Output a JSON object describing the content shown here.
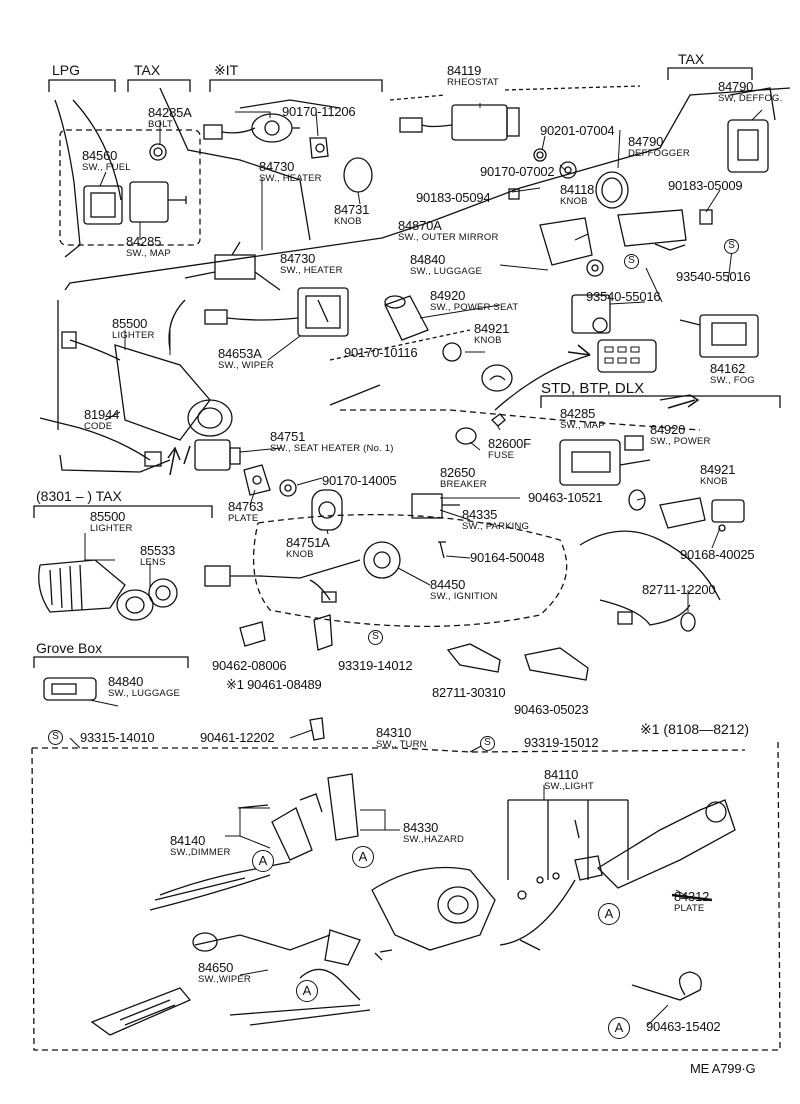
{
  "headers": {
    "lpg": "LPG",
    "tax_left": "TAX",
    "it": "※IT",
    "tax_right": "TAX",
    "std_btp_dlx": "STD, BTP, DLX",
    "range_tax": "(8301 –      )  TAX",
    "grove_box": "Grove Box",
    "note1": "※1 (8108—8212)"
  },
  "parts": {
    "p84285A": "84285A",
    "p84285A_sub": "BOLT",
    "p84560": "84560",
    "p84560_sub": "SW., FUEL",
    "p84285_left": "84285",
    "p84285_left_sub": "SW., MAP",
    "p90170_11206": "90170-11206",
    "p84730_a": "84730",
    "p84730_a_sub": "SW., HEATER",
    "p84731": "84731",
    "p84731_sub": "KNOB",
    "p84730_b": "84730",
    "p84730_b_sub": "SW., HEATER",
    "p84119": "84119",
    "p84119_sub": "RHEOSTAT",
    "p90201_07004": "90201-07004",
    "p90170_07002": "90170-07002",
    "p84790_a": "84790",
    "p84790_a_sub": "DEFFOGGER",
    "p84790_b": "84790",
    "p84790_b_sub": "SW, DEFFOG.",
    "p84118": "84118",
    "p84118_sub": "KNOB",
    "p90183_05094": "90183-05094",
    "p90183_05009": "90183-05009",
    "p84870A": "84870A",
    "p84870A_sub": "SW., OUTER MIRROR",
    "p84840_a": "84840",
    "p84840_a_sub": "SW., LUGGAGE",
    "p93540_55016_a": "93540-55016",
    "p93540_55016_b": "93540-55016",
    "p84920_a": "84920",
    "p84920_a_sub": "SW., POWER SEAT",
    "p84921_a": "84921",
    "p84921_a_sub": "KNOB",
    "p90170_10116": "90170-10116",
    "p85500_a": "85500",
    "p85500_a_sub": "LIGHTER",
    "p84653A": "84653A",
    "p84653A_sub": "SW., WIPER",
    "p84162": "84162",
    "p84162_sub": "SW., FOG",
    "p81944": "81944",
    "p81944_sub": "CODE",
    "p84751": "84751",
    "p84751_sub": "SW., SEAT HEATER (No. 1)",
    "p84285_b": "84285",
    "p84285_b_sub": "SW., MAP",
    "p84920_b": "84920",
    "p84920_b_sub": "SW., POWER",
    "p84921_b": "84921",
    "p84921_b_sub": "KNOB",
    "p82600F": "82600F",
    "p82600F_sub": "FUSE",
    "p82650": "82650",
    "p82650_sub": "BREAKER",
    "p90170_14005": "90170-14005",
    "p84763": "84763",
    "p84763_sub": "PLATE",
    "p84751A": "84751A",
    "p84751A_sub": "KNOB",
    "p90463_10521": "90463-10521",
    "p84335": "84335",
    "p84335_sub": "SW., PARKING",
    "p90164_50048": "90164-50048",
    "p84450": "84450",
    "p84450_sub": "SW., IGNITION",
    "p90168_40025": "90168-40025",
    "p82711_12200": "82711-12200",
    "p85500_b": "85500",
    "p85500_b_sub": "LIGHTER",
    "p85533": "85533",
    "p85533_sub": "LENS",
    "p90462_08006": "90462-08006",
    "p90461_08489": "※1  90461-08489",
    "p93319_14012": "93319-14012",
    "p82711_30310": "82711-30310",
    "p90463_05023": "90463-05023",
    "p84840_b": "84840",
    "p84840_b_sub": "SW., LUGGAGE",
    "p93315_14010": "93315-14010",
    "p90461_12202": "90461-12202",
    "p84310": "84310",
    "p84310_sub": "SW., TURN",
    "p93319_15012": "93319-15012",
    "p84110": "84110",
    "p84110_sub": "SW.,LIGHT",
    "p84140": "84140",
    "p84140_sub": "SW.,DIMMER",
    "p84330": "84330",
    "p84330_sub": "SW.,HAZARD",
    "p84312": "84312",
    "p84312_sub": "PLATE",
    "p84650": "84650",
    "p84650_sub": "SW.,WIPER",
    "p90463_15402": "90463-15402"
  },
  "markers": {
    "s": "S",
    "a": "A"
  },
  "footer": {
    "code": "ME   A799·G"
  }
}
